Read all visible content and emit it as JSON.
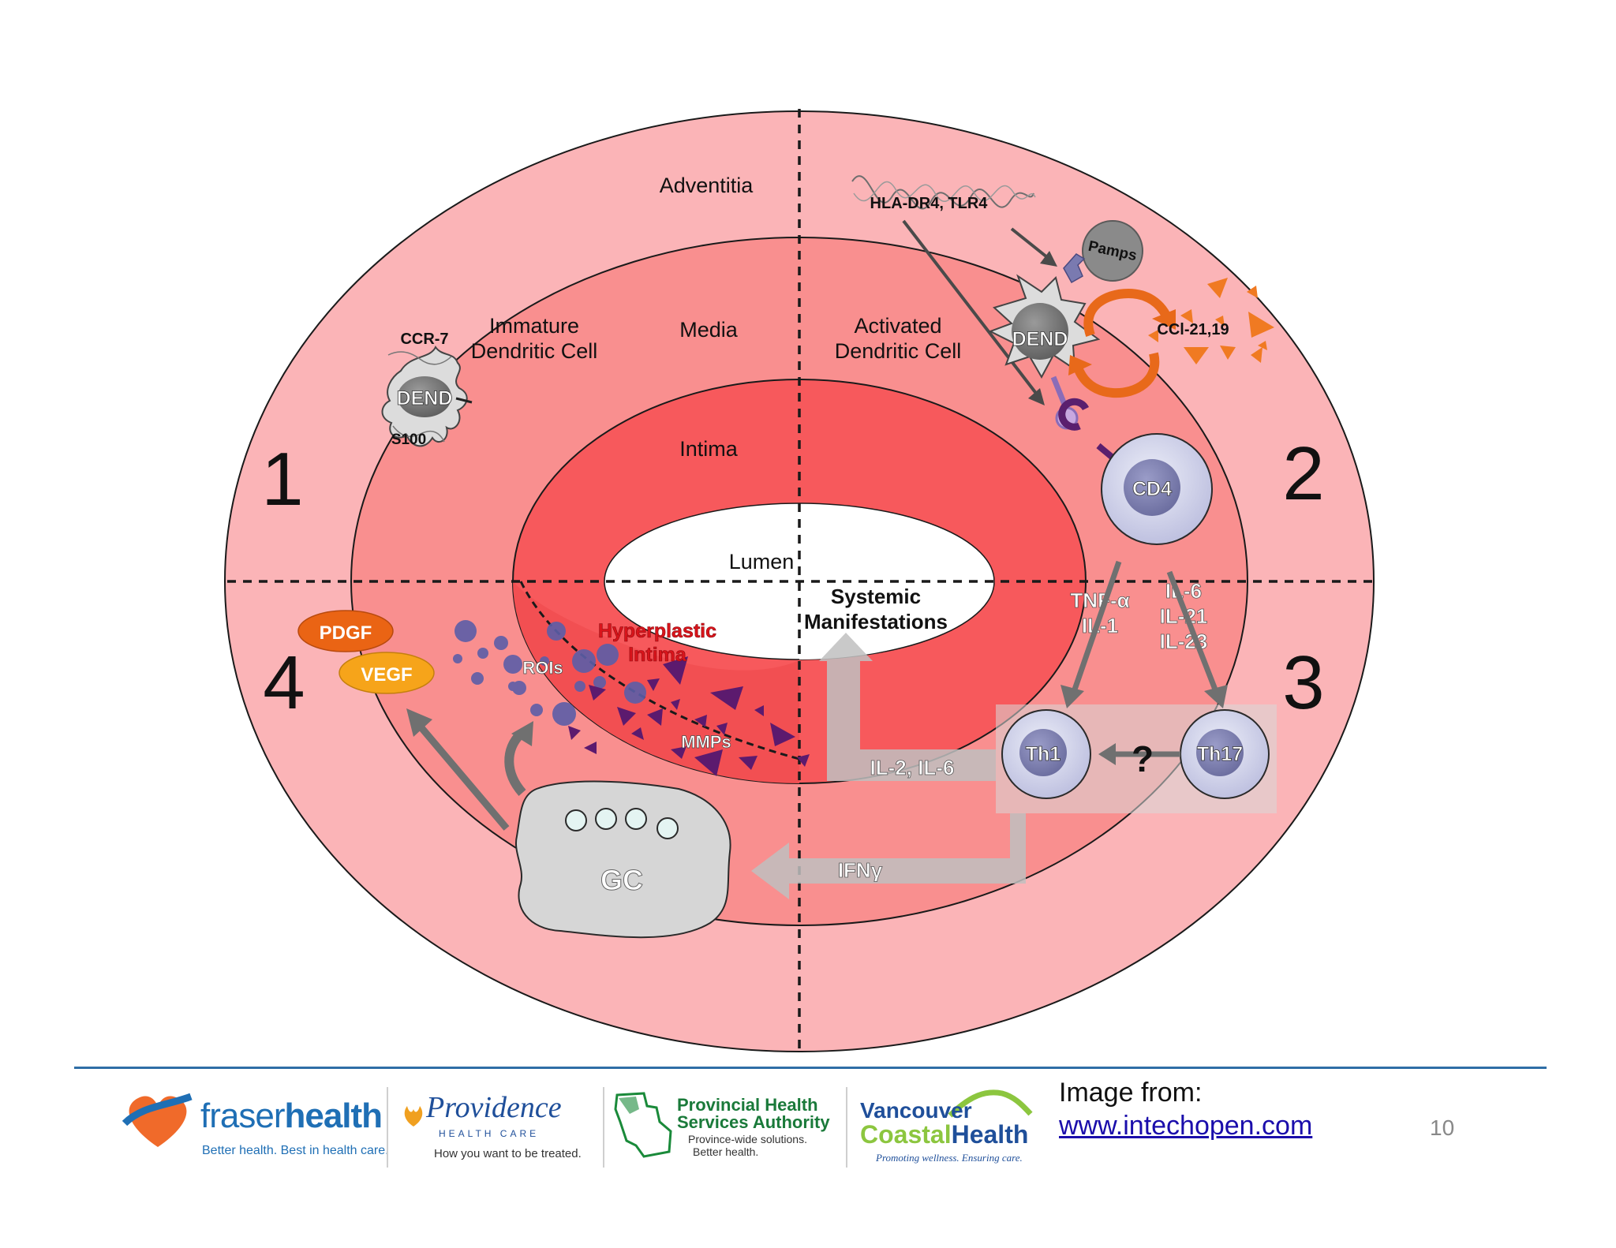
{
  "diagram": {
    "layers": {
      "adventitia": "Adventitia",
      "media": "Media",
      "intima": "Intima",
      "lumen": "Lumen"
    },
    "quadrants": {
      "q1": "1",
      "q2": "2",
      "q3": "3",
      "q4": "4"
    },
    "quadrant1": {
      "ccr7": "CCR-7",
      "dend": "DEND",
      "s100": "S100",
      "immature_line1": "Immature",
      "immature_line2": "Dendritic Cell"
    },
    "quadrant2": {
      "hla": "HLA-DR4, TLR4",
      "pamps": "Pamps",
      "dend": "DEND",
      "ccl": "CCl-21,19",
      "activated_line1": "Activated",
      "activated_line2": "Dendritic Cell",
      "cd4": "CD4"
    },
    "quadrant3": {
      "tnf_line1": "TNF-α",
      "tnf_line2": "IL-1",
      "il6": "IL-6",
      "il21": "IL-21",
      "il23": "IL-23",
      "th1": "Th1",
      "th17": "Th17",
      "question": "?",
      "il2_il6": "IL-2, IL-6",
      "ifng": "IFNγ",
      "systemic_line1": "Systemic",
      "systemic_line2": "Manifestations"
    },
    "quadrant4": {
      "pdgf": "PDGF",
      "vegf": "VEGF",
      "rois": "ROIs",
      "hyper_line1": "Hyperplastic",
      "hyper_line2": "Intima",
      "mmps": "MMPs",
      "gc": "GC"
    }
  },
  "colors": {
    "adventitia": "#fbb4b7",
    "media": "#f98f8f",
    "intima": "#f7595c",
    "hyperplastic_text": "#d9141b",
    "rule": "#2f6ea6",
    "link": "#1a0dab"
  },
  "footer": {
    "logos": {
      "fraser_bold": "fraser",
      "fraser_rest": "health",
      "fraser_tagline": "Better health. Best in health care.",
      "providence_name": "Providence",
      "providence_sub": "HEALTH CARE",
      "providence_tagline": "How you want to be treated.",
      "phsa_line1": "Provincial Health",
      "phsa_line2": "Services Authority",
      "phsa_tag1": "Province-wide solutions.",
      "phsa_tag2": "Better health.",
      "vch_line1": "Vancouver",
      "vch_coastal": "Coastal",
      "vch_health": "Health",
      "vch_tagline": "Promoting wellness. Ensuring care."
    },
    "image_from": "Image from:",
    "link_text": "www.intechopen.com",
    "page_number": "10"
  }
}
